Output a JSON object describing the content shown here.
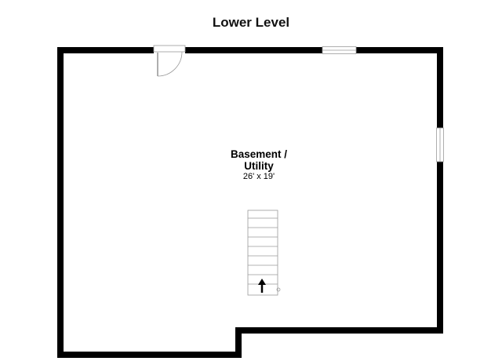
{
  "floor": {
    "title": "Lower Level"
  },
  "rooms": [
    {
      "name_line1": "Basement /",
      "name_line2": "Utility",
      "dimensions": "26' x 19'"
    }
  ],
  "colors": {
    "wall": "#000000",
    "background": "#ffffff",
    "fixture_stroke": "#9a9a9a"
  },
  "icons": {
    "stairs_direction": "up-arrow-icon"
  }
}
